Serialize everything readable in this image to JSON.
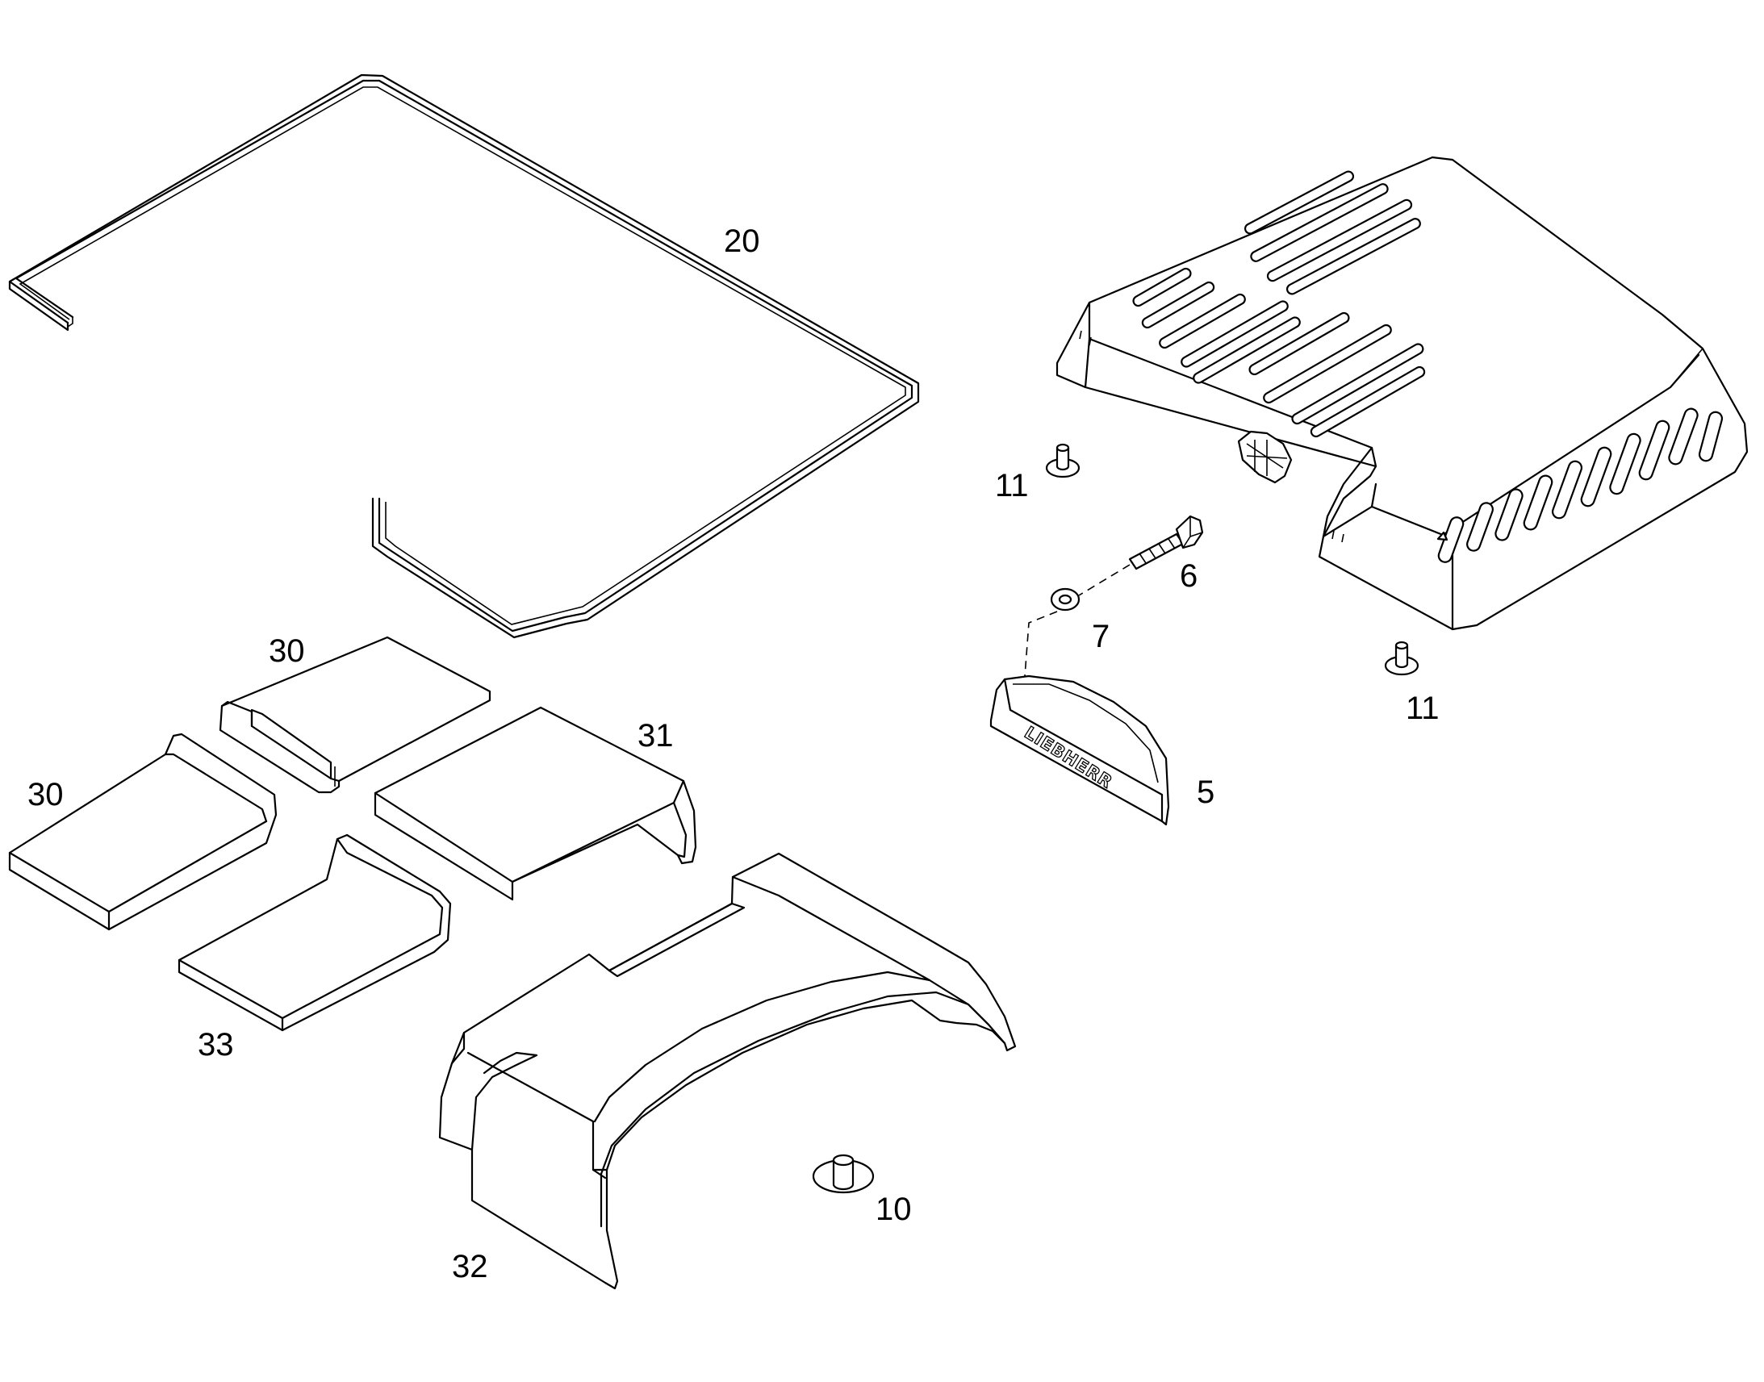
{
  "diagram": {
    "callouts": {
      "c20": "20",
      "c30a": "30",
      "c30b": "30",
      "c31": "31",
      "c33": "33",
      "c32": "32",
      "c11a": "11",
      "c11b": "11",
      "c6": "6",
      "c7": "7",
      "c5": "5",
      "c10": "10"
    },
    "brand_mark": "LIEBHERR",
    "line_color": "#000000",
    "background": "#ffffff"
  }
}
